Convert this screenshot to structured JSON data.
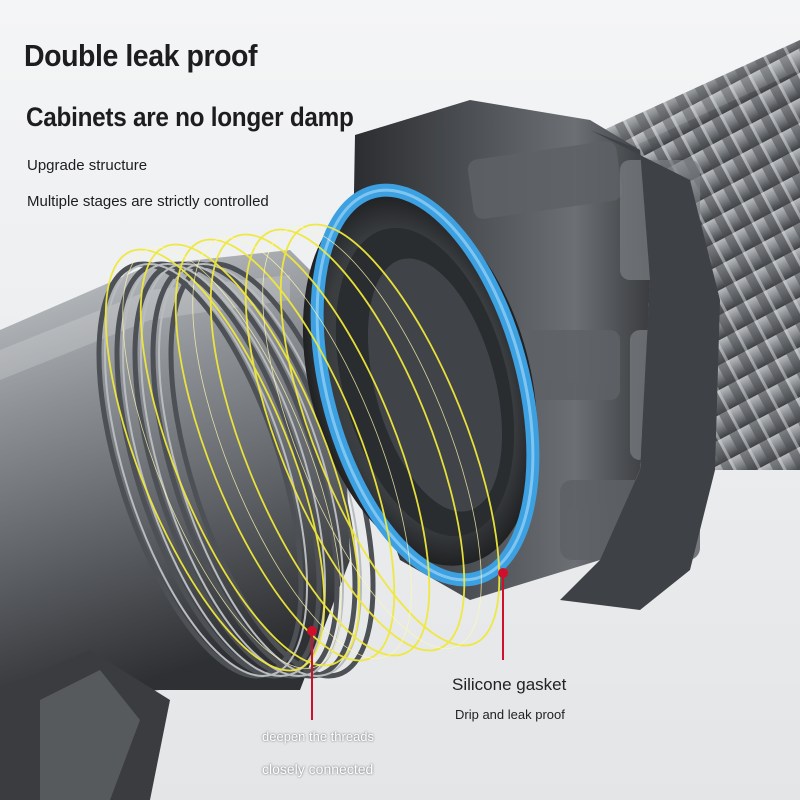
{
  "headline": "Double leak proof",
  "subheadline": "Cabinets are no longer damp",
  "feature_1": "Upgrade structure",
  "feature_2": "Multiple stages are strictly controlled",
  "gasket_label": "Silicone gasket",
  "gasket_caption": "Drip and leak proof",
  "thread_label": "deepen the threads",
  "thread_caption": "closely connected",
  "colors": {
    "background": "#eef0f2",
    "metal_dark": "#3b3d40",
    "metal_light": "#9a9ea2",
    "gasket_blue": "#3da0e0",
    "highlight_yellow": "#f0e83a",
    "marker_red": "#d0102a"
  }
}
